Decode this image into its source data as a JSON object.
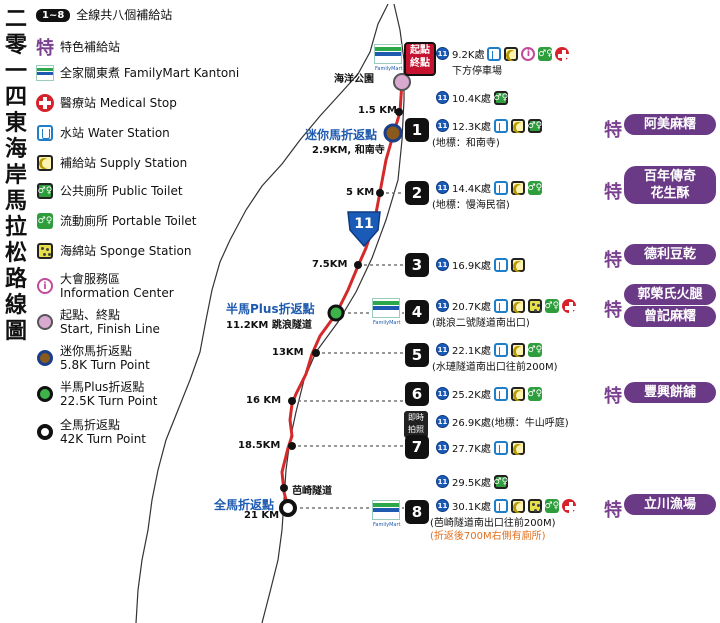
{
  "title_chars": [
    "二",
    "零",
    "一",
    "四",
    "東",
    "海",
    "岸",
    "馬",
    "拉",
    "松",
    "路",
    "線",
    "圖"
  ],
  "legend": {
    "supply_count": {
      "badge": "1~8",
      "text": "全線共八個補給站"
    },
    "special": {
      "mark": "特",
      "text": "特色補給站"
    },
    "familymart": {
      "text": "全家關東煮 FamilyMart Kantoni"
    },
    "medical": {
      "text": "醫療站 Medical Stop"
    },
    "water": {
      "text": "水站 Water Station"
    },
    "supply": {
      "text": "補給站 Supply Station"
    },
    "toilet": {
      "text": "公共廁所 Public Toilet"
    },
    "portable": {
      "text": "流動廁所 Portable Toilet"
    },
    "sponge": {
      "text": "海綿站 Sponge Station"
    },
    "info": {
      "line1": "大會服務區",
      "line2": "Information Center"
    },
    "startfinish": {
      "line1": "起點、終點",
      "line2": "Start, Finish Line"
    },
    "mini_turn": {
      "line1": "迷你馬折返點",
      "line2": "5.8K Turn Point"
    },
    "half_turn": {
      "line1": "半馬Plus折返點",
      "line2": "22.5K Turn Point"
    },
    "full_turn": {
      "line1": "全馬折返點",
      "line2": "42K Turn Point"
    }
  },
  "map": {
    "start_tag": {
      "line1": "起點",
      "line2": "終點"
    },
    "ocean_park": "海洋公園",
    "mini_turn_label": "迷你馬折返點",
    "mini_turn_sub": "2.9KM, 和南寺",
    "half_turn_label": "半馬Plus折返點",
    "half_turn_sub": "11.2KM 跳浪隧道",
    "full_turn_label": "全馬折返點",
    "full_turn_sub": "21 KM",
    "tunnel": "芭崎隧道",
    "highway": "11",
    "fm_caption": "FamilyMart",
    "instant": {
      "line1": "即時",
      "line2": "拍照"
    },
    "km_marks": [
      "1.5 KM",
      "5 KM",
      "7.5KM",
      "13KM",
      "16 KM",
      "18.5KM"
    ]
  },
  "stations": [
    {
      "num": "",
      "dist": "9.2K處",
      "sub": "下方停車場"
    },
    {
      "num": "",
      "dist": "10.4K處",
      "sub": ""
    },
    {
      "num": "1",
      "dist": "12.3K處",
      "sub": "(地標：和南寺)"
    },
    {
      "num": "2",
      "dist": "14.4K處",
      "sub": "(地標：慢海民宿)"
    },
    {
      "num": "3",
      "dist": "16.9K處",
      "sub": ""
    },
    {
      "num": "4",
      "dist": "20.7K處",
      "sub": "(跳浪二號隧道南出口)"
    },
    {
      "num": "5",
      "dist": "22.1K處",
      "sub": "(水璉隧道南出口往前200M)"
    },
    {
      "num": "6",
      "dist": "25.2K處",
      "sub": ""
    },
    {
      "num": "",
      "dist": "26.9K處(地標：牛山呼庭)",
      "sub": ""
    },
    {
      "num": "7",
      "dist": "27.7K處",
      "sub": ""
    },
    {
      "num": "",
      "dist": "29.5K處",
      "sub": ""
    },
    {
      "num": "8",
      "dist": "30.1K處",
      "sub": "(芭崎隧道南出口往前200M)"
    }
  ],
  "note_after8": "(折返後700M右側有廁所)",
  "special_mark": "特",
  "specials": [
    "阿美麻糬",
    "百年傳奇",
    "花生酥",
    "德利豆乾",
    "郭榮氏火腿",
    "曾記麻糬",
    "豐興餅舖",
    "立川漁場"
  ],
  "colors": {
    "route": "#d42a2a",
    "purple": "#6b3a86",
    "orange_note": "#e07020",
    "blue_label": "#1e5bb0"
  }
}
